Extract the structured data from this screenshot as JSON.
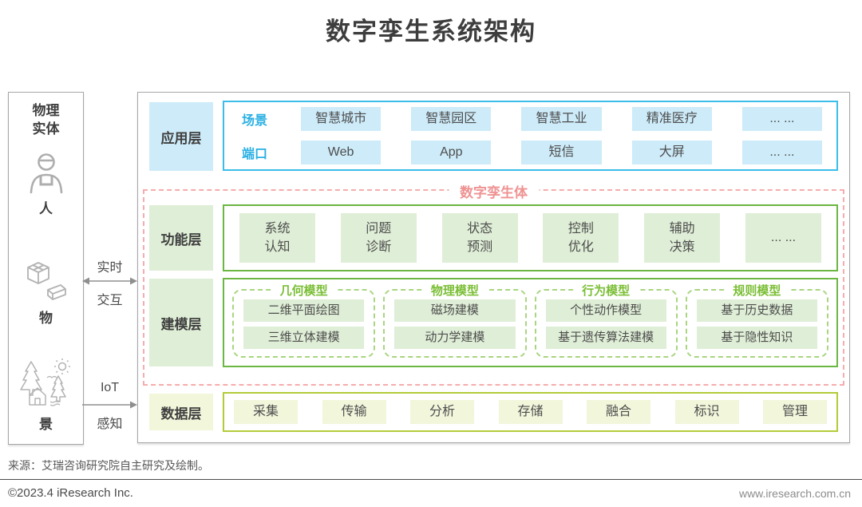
{
  "title": "数字孪生系统架构",
  "colors": {
    "blue_accent": "#3bbde9",
    "blue_fill": "#cdebf9",
    "pink_accent": "#ef9292",
    "green_accent": "#6cb642",
    "green_fill": "#dfeed6",
    "yellow_green_accent": "#b2cb39",
    "yellow_green_fill": "#f2f6db"
  },
  "sidebar": {
    "title": "物理\n实体",
    "items": [
      {
        "icon": "person-icon",
        "label": "人"
      },
      {
        "icon": "objects-icon",
        "label": "物"
      },
      {
        "icon": "scenery-icon",
        "label": "景"
      }
    ]
  },
  "connectors": [
    {
      "top": "实时",
      "bottom": "交互",
      "arrow": "double"
    },
    {
      "top": "IoT",
      "bottom": "感知",
      "arrow": "right"
    }
  ],
  "layers": {
    "application": {
      "label": "应用层",
      "rows": [
        {
          "label": "场景",
          "items": [
            "智慧城市",
            "智慧园区",
            "智慧工业",
            "精准医疗",
            "... ..."
          ]
        },
        {
          "label": "端口",
          "items": [
            "Web",
            "App",
            "短信",
            "大屏",
            "... ..."
          ]
        }
      ]
    },
    "digital_twin": {
      "label": "数字孪生体"
    },
    "function": {
      "label": "功能层",
      "items": [
        "系统\n认知",
        "问题\n诊断",
        "状态\n预测",
        "控制\n优化",
        "辅助\n决策",
        "... ..."
      ]
    },
    "modeling": {
      "label": "建模层",
      "groups": [
        {
          "label": "几何模型",
          "items": [
            "二维平面绘图",
            "三维立体建模"
          ]
        },
        {
          "label": "物理模型",
          "items": [
            "磁场建模",
            "动力学建模"
          ]
        },
        {
          "label": "行为模型",
          "items": [
            "个性动作模型",
            "基于遗传算法建模"
          ]
        },
        {
          "label": "规则模型",
          "items": [
            "基于历史数据",
            "基于隐性知识"
          ]
        }
      ]
    },
    "data": {
      "label": "数据层",
      "items": [
        "采集",
        "传输",
        "分析",
        "存储",
        "融合",
        "标识",
        "管理"
      ]
    }
  },
  "footer": {
    "source": "来源：艾瑞咨询研究院自主研究及绘制。",
    "copyright": "©2023.4 iResearch Inc.",
    "website": "www.iresearch.com.cn"
  }
}
